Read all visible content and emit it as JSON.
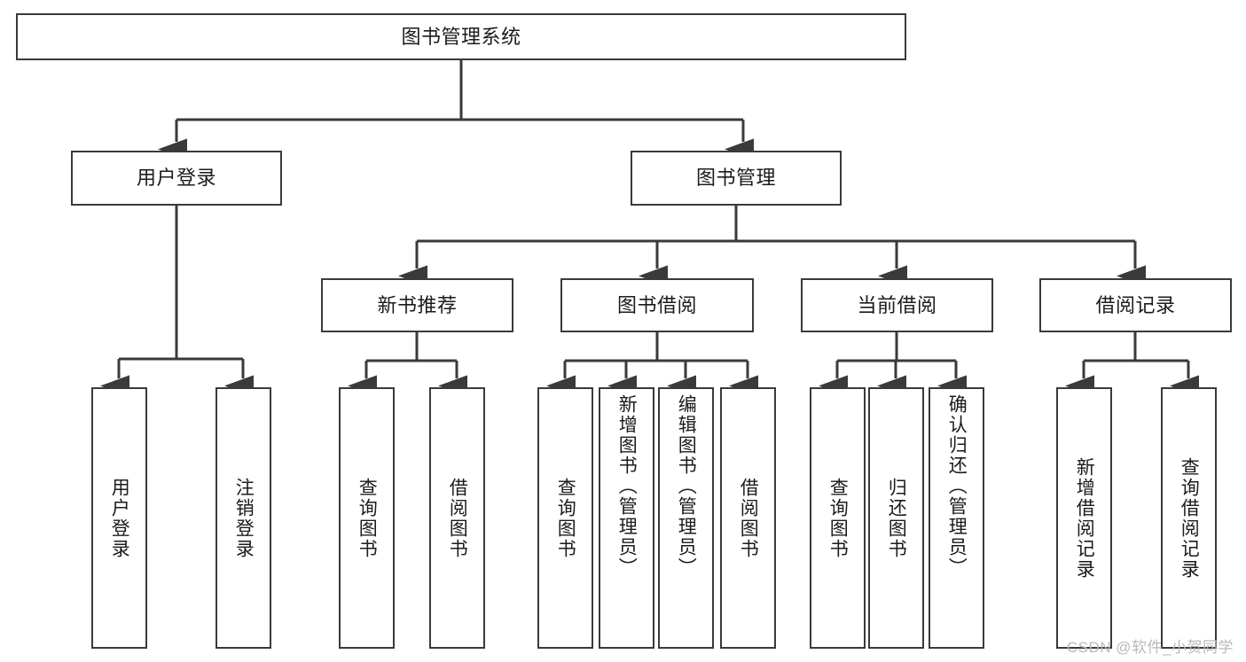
{
  "diagram": {
    "title": "图书管理系统",
    "type": "hierarchy-tree",
    "stroke_color": "#3a3a3a",
    "background_color": "#ffffff",
    "text_color": "#1b1b1b",
    "root": {
      "label": "图书管理系统"
    },
    "level2": [
      {
        "label": "用户登录"
      },
      {
        "label": "图书管理"
      }
    ],
    "level3": [
      {
        "label": "新书推荐"
      },
      {
        "label": "图书借阅"
      },
      {
        "label": "当前借阅"
      },
      {
        "label": "借阅记录"
      }
    ],
    "leaves": [
      {
        "label": "用户登录",
        "parent": "用户登录"
      },
      {
        "label": "注销登录",
        "parent": "用户登录"
      },
      {
        "label": "查询图书",
        "parent": "新书推荐"
      },
      {
        "label": "借阅图书",
        "parent": "新书推荐"
      },
      {
        "label": "查询图书",
        "parent": "图书借阅"
      },
      {
        "label": "新增图书（管理员）",
        "parent": "图书借阅"
      },
      {
        "label": "编辑图书（管理员）",
        "parent": "图书借阅"
      },
      {
        "label": "借阅图书",
        "parent": "图书借阅"
      },
      {
        "label": "查询图书",
        "parent": "当前借阅"
      },
      {
        "label": "归还图书",
        "parent": "当前借阅"
      },
      {
        "label": "确认归还（管理员）",
        "parent": "当前借阅"
      },
      {
        "label": "新增借阅记录",
        "parent": "借阅记录"
      },
      {
        "label": "查询借阅记录",
        "parent": "借阅记录"
      }
    ]
  },
  "watermark": {
    "text": "CSDN @软件_小贺同学"
  }
}
